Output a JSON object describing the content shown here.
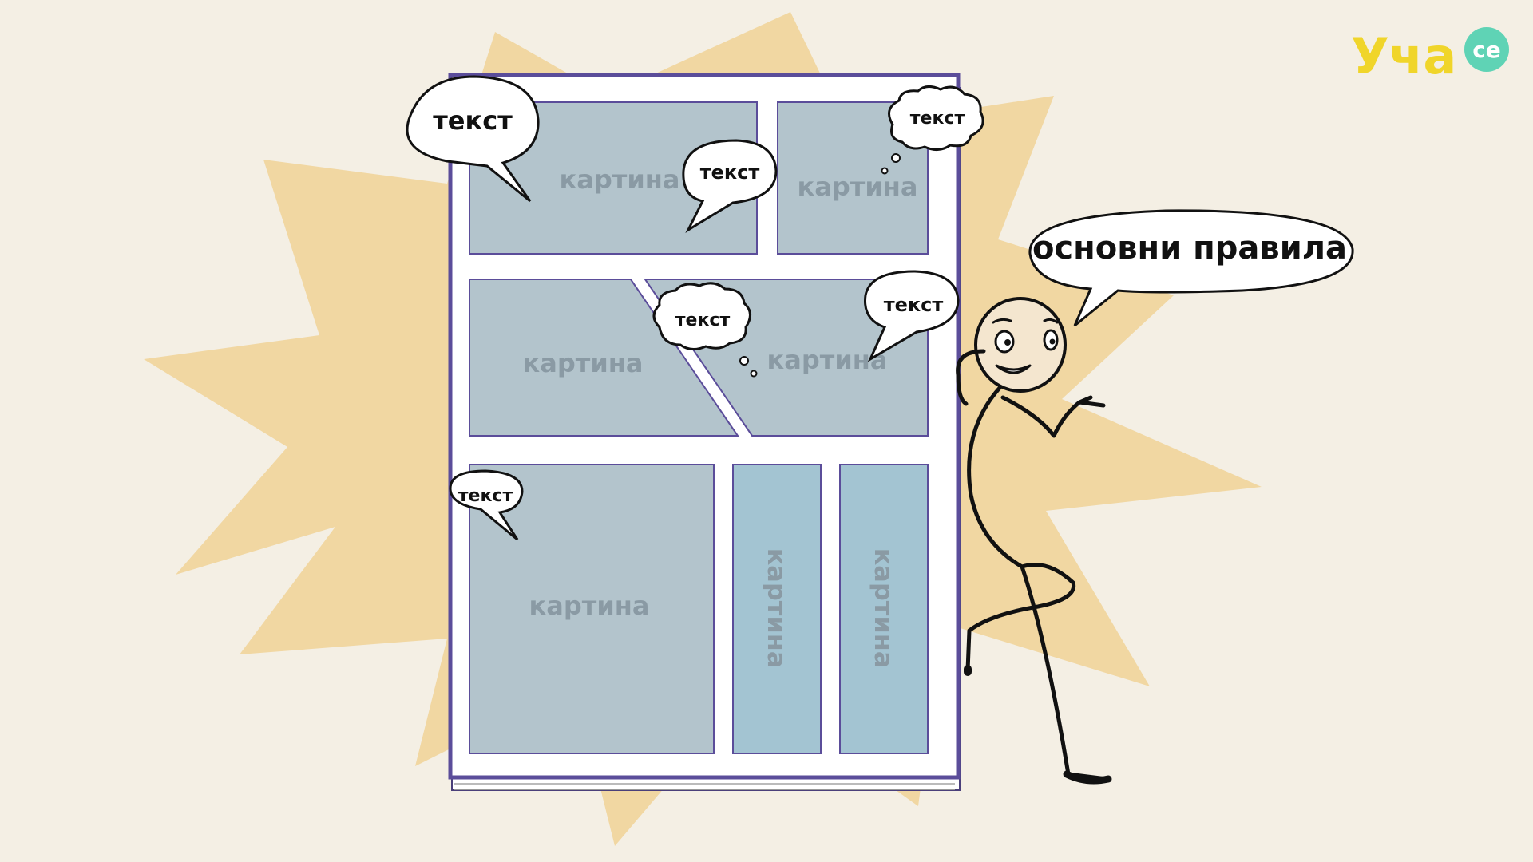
{
  "logo": {
    "text": "Уча",
    "badge": "се",
    "primary_color": "#f0d52a",
    "badge_color": "#5fd3b5"
  },
  "colors": {
    "background": "#f4efe4",
    "starburst": "#f1d7a2",
    "page_frame": "#5b4d9a",
    "panel_gray": "#b3c4cc",
    "panel_blue": "#a3c4d2",
    "panel_label": "#8a9aa4"
  },
  "comic_page": {
    "panel_label": "картина",
    "panels": [
      {
        "label": "картина"
      },
      {
        "label": "картина"
      },
      {
        "label": "картина"
      },
      {
        "label": "картина"
      },
      {
        "label": "картина"
      },
      {
        "label": "картина"
      },
      {
        "label": "картина"
      }
    ],
    "bubbles": [
      {
        "text": "текст",
        "style": "speech"
      },
      {
        "text": "текст",
        "style": "speech"
      },
      {
        "text": "текст",
        "style": "thought"
      },
      {
        "text": "текст",
        "style": "thought"
      },
      {
        "text": "текст",
        "style": "speech"
      },
      {
        "text": "текст",
        "style": "speech"
      }
    ]
  },
  "character": {
    "speech": "основни правила"
  }
}
